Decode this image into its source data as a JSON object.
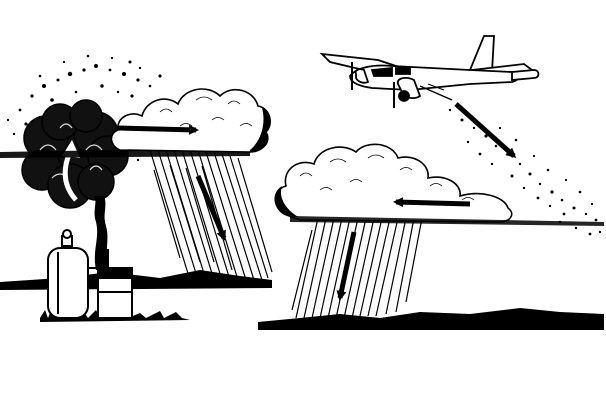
{
  "diagram": {
    "subject": "cloud seeding",
    "methods": [
      {
        "id": "ground-generator",
        "icon": "ground-generator-icon"
      },
      {
        "id": "aircraft-seeding",
        "icon": "airplane-icon"
      }
    ],
    "colors": {
      "ink": "#000000",
      "paper": "#ffffff",
      "smoke": "#111111"
    }
  }
}
